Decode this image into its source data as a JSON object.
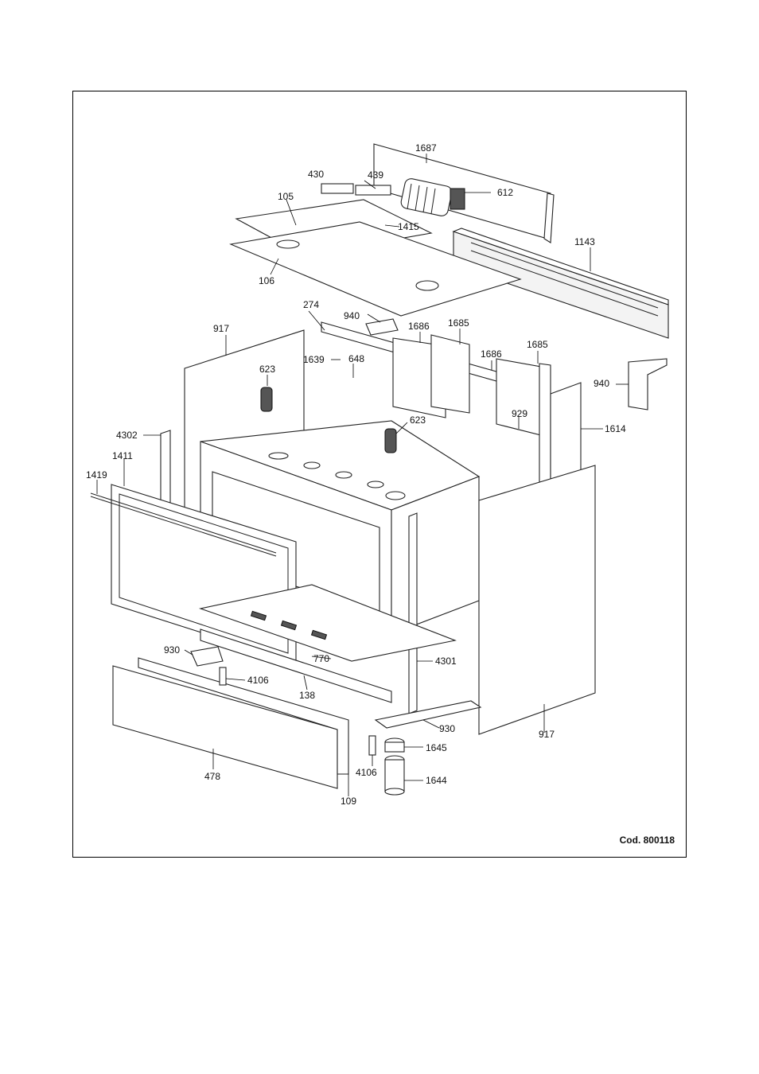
{
  "drawing": {
    "code": "Cod. 800118",
    "parts": [
      {
        "id": "p1687",
        "label": "1687"
      },
      {
        "id": "p430",
        "label": "430"
      },
      {
        "id": "p439",
        "label": "439"
      },
      {
        "id": "p612",
        "label": "612"
      },
      {
        "id": "p105",
        "label": "105"
      },
      {
        "id": "p1415",
        "label": "1415"
      },
      {
        "id": "p1143",
        "label": "1143"
      },
      {
        "id": "p106",
        "label": "106"
      },
      {
        "id": "p274",
        "label": "274"
      },
      {
        "id": "p940a",
        "label": "940"
      },
      {
        "id": "p1686a",
        "label": "1686"
      },
      {
        "id": "p1685a",
        "label": "1685"
      },
      {
        "id": "p917a",
        "label": "917"
      },
      {
        "id": "p1639",
        "label": "1639"
      },
      {
        "id": "p648",
        "label": "648"
      },
      {
        "id": "p1686b",
        "label": "1686"
      },
      {
        "id": "p1685b",
        "label": "1685"
      },
      {
        "id": "p623a",
        "label": "623"
      },
      {
        "id": "p940b",
        "label": "940"
      },
      {
        "id": "p929",
        "label": "929"
      },
      {
        "id": "p4302",
        "label": "4302"
      },
      {
        "id": "p623b",
        "label": "623"
      },
      {
        "id": "p1614",
        "label": "1614"
      },
      {
        "id": "p1411",
        "label": "1411"
      },
      {
        "id": "p1419",
        "label": "1419"
      },
      {
        "id": "p930a",
        "label": "930"
      },
      {
        "id": "p770",
        "label": "770"
      },
      {
        "id": "p4301",
        "label": "4301"
      },
      {
        "id": "p4106a",
        "label": "4106"
      },
      {
        "id": "p138",
        "label": "138"
      },
      {
        "id": "p930b",
        "label": "930"
      },
      {
        "id": "p917b",
        "label": "917"
      },
      {
        "id": "p1645",
        "label": "1645"
      },
      {
        "id": "p478",
        "label": "478"
      },
      {
        "id": "p4106b",
        "label": "4106"
      },
      {
        "id": "p1644",
        "label": "1644"
      },
      {
        "id": "p109",
        "label": "109"
      }
    ]
  }
}
